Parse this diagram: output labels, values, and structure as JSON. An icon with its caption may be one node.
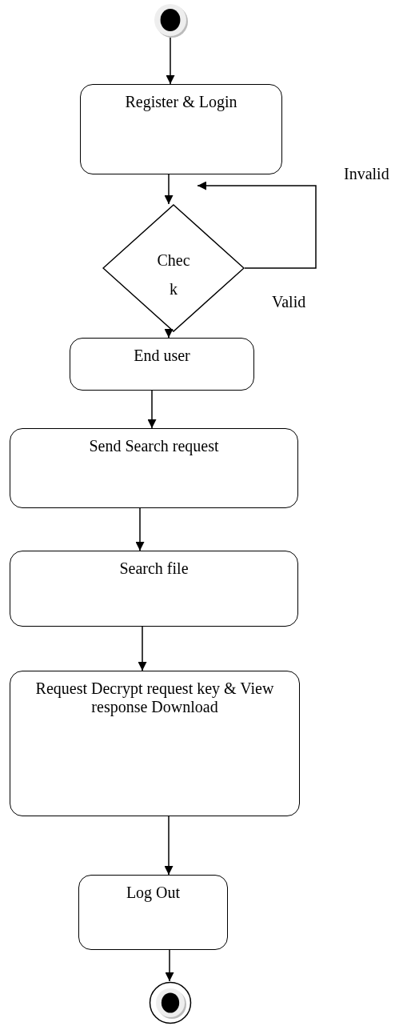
{
  "diagram": {
    "nodes": [
      {
        "text": [],
        "shape": "circle"
      },
      {
        "text": [
          "Register & Login"
        ]
      },
      {
        "text": [
          "Check"
        ]
      },
      {
        "text": [
          "End user"
        ]
      },
      {
        "text": [
          "Send Search request"
        ]
      },
      {
        "text": [
          "Search file"
        ]
      },
      {
        "text": [
          "Request Decrypt request key & View response Download"
        ]
      },
      {
        "text": [
          "Log Out"
        ]
      },
      {
        "text": [],
        "shape": "circle"
      }
    ],
    "edges": [
      {
        "from": 0,
        "to": 1,
        "arrow": "to"
      },
      {
        "from": 1,
        "to": 2,
        "arrow": "to"
      },
      {
        "from": 2,
        "to": 1,
        "arrow": "to"
      },
      {
        "from": 2,
        "to": 3,
        "arrow": "to"
      },
      {
        "from": 3,
        "to": 4,
        "arrow": "to"
      },
      {
        "from": 4,
        "to": 5,
        "arrow": "to"
      },
      {
        "from": 5,
        "to": 6,
        "arrow": "to"
      },
      {
        "from": 6,
        "to": 7,
        "arrow": "to"
      },
      {
        "from": 7,
        "to": 8,
        "arrow": "to"
      }
    ],
    "labels": [
      "Invalid",
      "Valid"
    ]
  }
}
